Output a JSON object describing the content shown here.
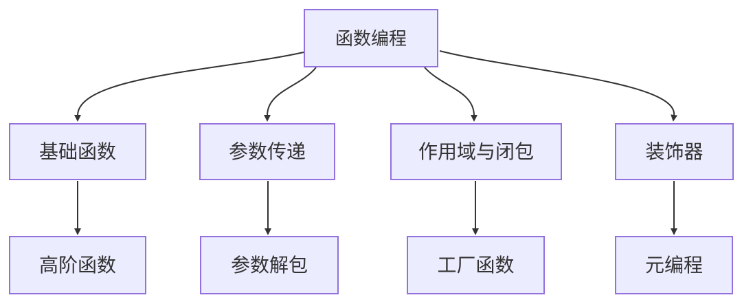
{
  "diagram": {
    "type": "flowchart",
    "direction": "top-down",
    "nodes": [
      {
        "id": "function-programming",
        "label": "函数编程",
        "level": 0
      },
      {
        "id": "basic-functions",
        "label": "基础函数",
        "level": 1
      },
      {
        "id": "parameter-passing",
        "label": "参数传递",
        "level": 1
      },
      {
        "id": "scope-and-closures",
        "label": "作用域与闭包",
        "level": 1
      },
      {
        "id": "decorators",
        "label": "装饰器",
        "level": 1
      },
      {
        "id": "higher-order-functions",
        "label": "高阶函数",
        "level": 2
      },
      {
        "id": "parameter-unpacking",
        "label": "参数解包",
        "level": 2
      },
      {
        "id": "factory-functions",
        "label": "工厂函数",
        "level": 2
      },
      {
        "id": "metaprogramming",
        "label": "元编程",
        "level": 2
      }
    ],
    "edges": [
      {
        "from": "函数编程",
        "to": "基础函数"
      },
      {
        "from": "函数编程",
        "to": "参数传递"
      },
      {
        "from": "函数编程",
        "to": "作用域与闭包"
      },
      {
        "from": "函数编程",
        "to": "装饰器"
      },
      {
        "from": "基础函数",
        "to": "高阶函数"
      },
      {
        "from": "参数传递",
        "to": "参数解包"
      },
      {
        "from": "作用域与闭包",
        "to": "工厂函数"
      },
      {
        "from": "装饰器",
        "to": "元编程"
      }
    ],
    "colors": {
      "node_fill": "#ECECFF",
      "node_border": "#9370DB",
      "edge_line": "#333333",
      "text": "#333333",
      "background": "#FFFFFF"
    }
  }
}
